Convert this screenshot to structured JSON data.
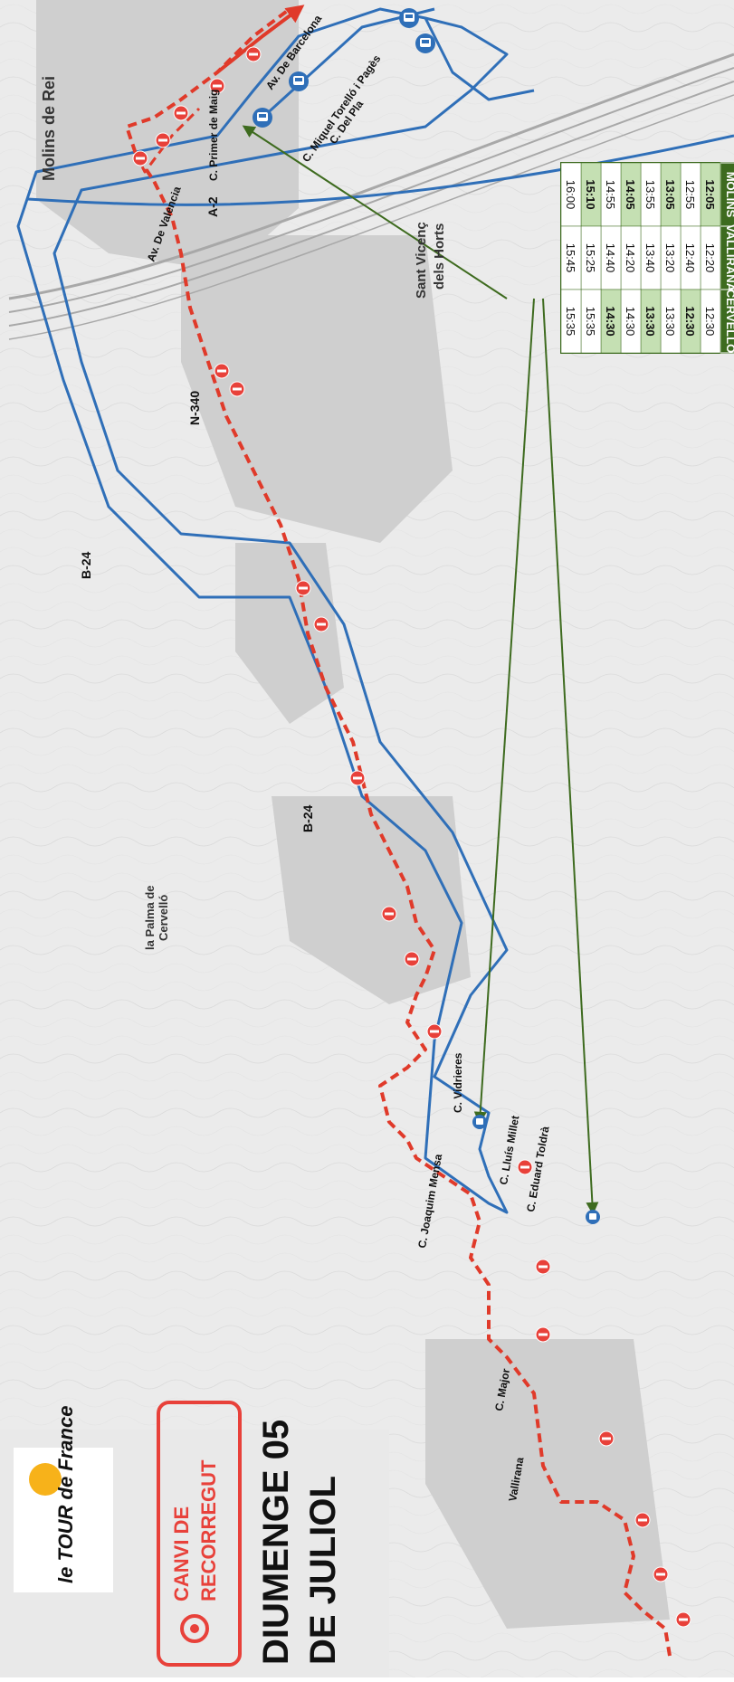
{
  "banner": {
    "logo_text": "le TOUR de France",
    "change_label_line1": "CANVI DE",
    "change_label_line2": "RECORREGUT",
    "date_line1": "DIUMENGE 05",
    "date_line2": "DE JULIOL"
  },
  "places": {
    "molins_de_rei": "Molins de Rei",
    "sant_vicenc": "Sant Vicenç",
    "sant_vicenc_2": "dels Horts",
    "la_palma": "la Palma de",
    "la_palma_2": "Cervelló"
  },
  "roads": {
    "a2": "A-2",
    "b24_north": "B-24",
    "b24_mid": "B-24",
    "n340": "N-340"
  },
  "streets": {
    "av_barcelona": "Av. De Barcelona",
    "miquel_torello": "C. Miquel Torelló i Pagès",
    "del_pla": "C. Del Pla",
    "primer_maig": "C. Primer de Maig",
    "av_valencia": "Av. De Valencia",
    "vidrieres": "C. Vidrieres",
    "lluis_millet": "C. Lluís Millet",
    "eduard_toldra": "C. Eduard Toldrà",
    "joaquim_mensa": "C. Joaquim Mensa",
    "c_major": "C. Major",
    "vallirana": "Vallirana"
  },
  "schedule": {
    "headers": [
      "MOLINS",
      "VALLIRANA",
      "CERVELLÓ"
    ],
    "rows": [
      [
        "12:05",
        "12:20",
        "12:30"
      ],
      [
        "12:55",
        "12:40",
        "12:30"
      ],
      [
        "13:05",
        "13:20",
        "13:30"
      ],
      [
        "13:55",
        "13:40",
        "13:30"
      ],
      [
        "14:05",
        "14:20",
        "14:30"
      ],
      [
        "14:55",
        "14:40",
        "14:30"
      ],
      [
        "15:10",
        "15:25",
        "15:35"
      ],
      [
        "16:00",
        "15:45",
        "15:35"
      ]
    ],
    "highlight_rows": [
      1,
      2,
      4,
      6
    ],
    "highlight_cols": [
      1,
      2,
      0,
      0
    ],
    "colors": {
      "header_bg": "#3d6b1f",
      "header_text": "#ffffff",
      "highlight_bg": "#c5e0b3",
      "border": "#3d6b1f"
    }
  },
  "colors": {
    "route_red": "#e03a2a",
    "bus_blue": "#2f6fb8",
    "arrow_green": "#3e6b1f",
    "badge_red": "#e8413a"
  },
  "icons": {
    "bus_stop": "bus-stop-icon",
    "no_entry": "no-entry-icon",
    "location_pin": "location-pin-icon"
  }
}
